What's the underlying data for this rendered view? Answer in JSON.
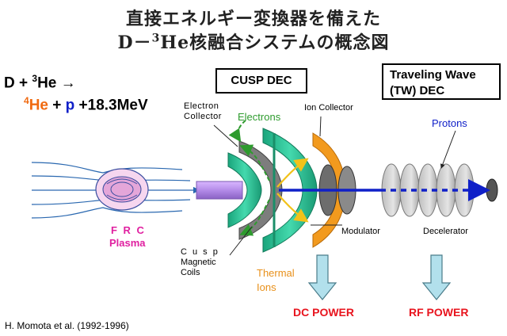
{
  "title": {
    "line1": "直接エネルギー変換器を備えた",
    "line2_prefix": "D－",
    "line2_sup": "3",
    "line2_suffix": "He核融合システムの概念図"
  },
  "reaction": {
    "lhs_d": "D + ",
    "lhs_sup3": "3",
    "lhs_he": "He →",
    "rhs_sup4": "4",
    "rhs_he": "He",
    "rhs_plus1": " + ",
    "rhs_p": "p",
    "rhs_rest": " +18.3MeV"
  },
  "labels": {
    "cusp_dec": "CUSP DEC",
    "tw_line1": "Traveling Wave",
    "tw_line2": "(TW) DEC",
    "electron_collector_1": "Electron",
    "electron_collector_2": "Collector",
    "electrons": "Electrons",
    "ion_collector": "Ion Collector",
    "protons": "Protons",
    "frc_letters": "F  R  C",
    "plasma": "Plasma",
    "cusp_coils_1": "C u s p",
    "cusp_coils_2": "Magnetic",
    "cusp_coils_3": "Coils",
    "thermal_1": "Thermal",
    "thermal_2": "Ions",
    "modulator": "Modulator",
    "decelerator": "Decelerator",
    "dc_power": "DC POWER",
    "rf_power": "RF POWER",
    "citation": "H. Momota et al. (1992-1996)"
  },
  "colors": {
    "electron_green": "#2e9b2e",
    "proton_blue": "#1020c8",
    "plasma_magenta": "#e020a0",
    "thermal_orange": "#e8901a",
    "power_red": "#e8141e",
    "he4_orange": "#f06a10",
    "collector_teal": "#2ec79a",
    "field_line_blue": "#2a68b0"
  }
}
